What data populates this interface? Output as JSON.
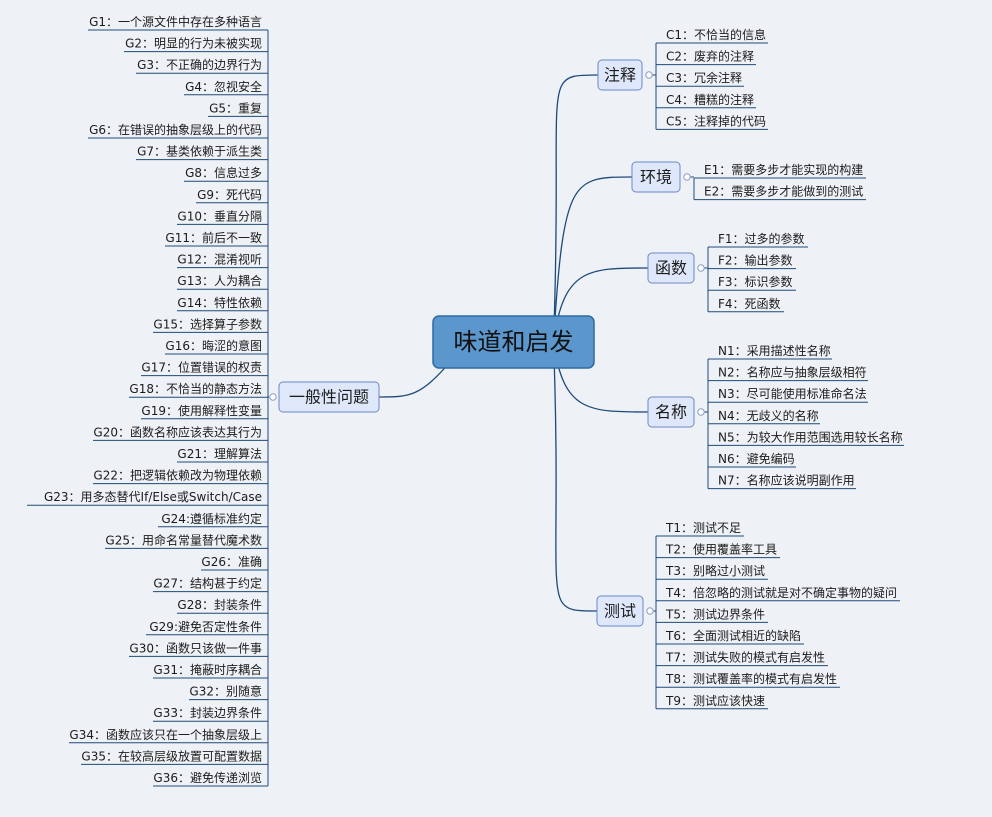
{
  "central": "味道和启发",
  "branches": {
    "comments": {
      "label": "注释",
      "items": [
        "C1：不恰当的信息",
        "C2：废弃的注释",
        "C3：冗余注释",
        "C4：糟糕的注释",
        "C5：注释掉的代码"
      ]
    },
    "environment": {
      "label": "环境",
      "items": [
        "E1：需要多步才能实现的构建",
        "E2：需要多步才能做到的测试"
      ]
    },
    "functions": {
      "label": "函数",
      "items": [
        "F1：过多的参数",
        "F2：输出参数",
        "F3：标识参数",
        "F4：死函数"
      ]
    },
    "names": {
      "label": "名称",
      "items": [
        "N1：采用描述性名称",
        "N2：名称应与抽象层级相符",
        "N3：尽可能使用标准命名法",
        "N4：无歧义的名称",
        "N5：为较大作用范围选用较长名称",
        "N6：避免编码",
        "N7：名称应该说明副作用"
      ]
    },
    "tests": {
      "label": "测试",
      "items": [
        "T1：测试不足",
        "T2：使用覆盖率工具",
        "T3：别略过小测试",
        "T4：倍忽略的测试就是对不确定事物的疑问",
        "T5：测试边界条件",
        "T6：全面测试相近的缺陷",
        "T7：测试失败的模式有启发性",
        "T8：测试覆盖率的模式有启发性",
        "T9：测试应该快速"
      ]
    },
    "general": {
      "label": "一般性问题",
      "items": [
        "G1：一个源文件中存在多种语言",
        "G2：明显的行为未被实现",
        "G3：不正确的边界行为",
        "G4：忽视安全",
        "G5：重复",
        "G6：在错误的抽象层级上的代码",
        "G7：基类依赖于派生类",
        "G8：信息过多",
        "G9：死代码",
        "G10：垂直分隔",
        "G11：前后不一致",
        "G12：混淆视听",
        "G13：人为耦合",
        "G14：特性依赖",
        "G15：选择算子参数",
        "G16：晦涩的意图",
        "G17：位置错误的权责",
        "G18：不恰当的静态方法",
        "G19：使用解释性变量",
        "G20：函数名称应该表达其行为",
        "G21：理解算法",
        "G22：把逻辑依赖改为物理依赖",
        "G23：用多态替代If/Else或Switch/Case",
        "G24:遵循标准约定",
        "G25：用命名常量替代魔术数",
        "G26：准确",
        "G27：结构甚于约定",
        "G28：封装条件",
        "G29:避免否定性条件",
        "G30：函数只该做一件事",
        "G31：掩蔽时序耦合",
        "G32：别随意",
        "G33：封装边界条件",
        "G34：函数应该只在一个抽象层级上",
        "G35：在较高层级放置可配置数据",
        "G36：避免传递浏览"
      ]
    }
  },
  "colors": {
    "background": "#eef1f6",
    "line": "#1e4a7a",
    "central_fill": "#5b96cc",
    "central_border": "#2f6aa3",
    "branch_fill": "#dfe8fa",
    "branch_border": "#6b87c7"
  }
}
